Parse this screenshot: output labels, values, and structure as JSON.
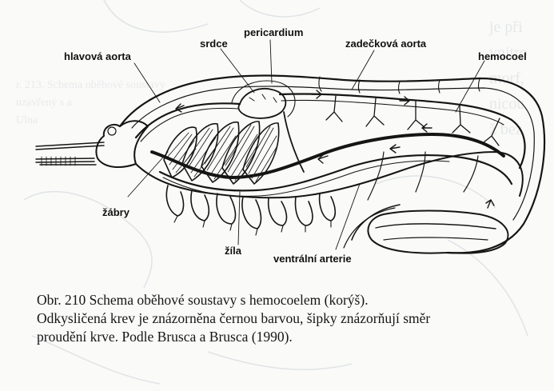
{
  "figure": {
    "labels": {
      "pericardium": "pericardium",
      "srdce": "srdce",
      "zadeckova_aorta": "zadečková aorta",
      "hlavova_aorta": "hlavová aorta",
      "hemocoel": "hemocoel",
      "zabry": "žábry",
      "zila": "žíla",
      "ventralni_arterie": "ventrální arterie"
    }
  },
  "caption": {
    "line1": "Obr. 210  Schema oběhové soustavy s hemocoelem (korýš).",
    "line2": "Odkysličená krev je znázorněna černou barvou, šipky znázorňují směr",
    "line3": "proudění krve. Podle Brusca a Brusca (1990)."
  },
  "colors": {
    "ink": "#111111",
    "paper": "#fafaf8",
    "bleed_through": "#d9dde2"
  }
}
